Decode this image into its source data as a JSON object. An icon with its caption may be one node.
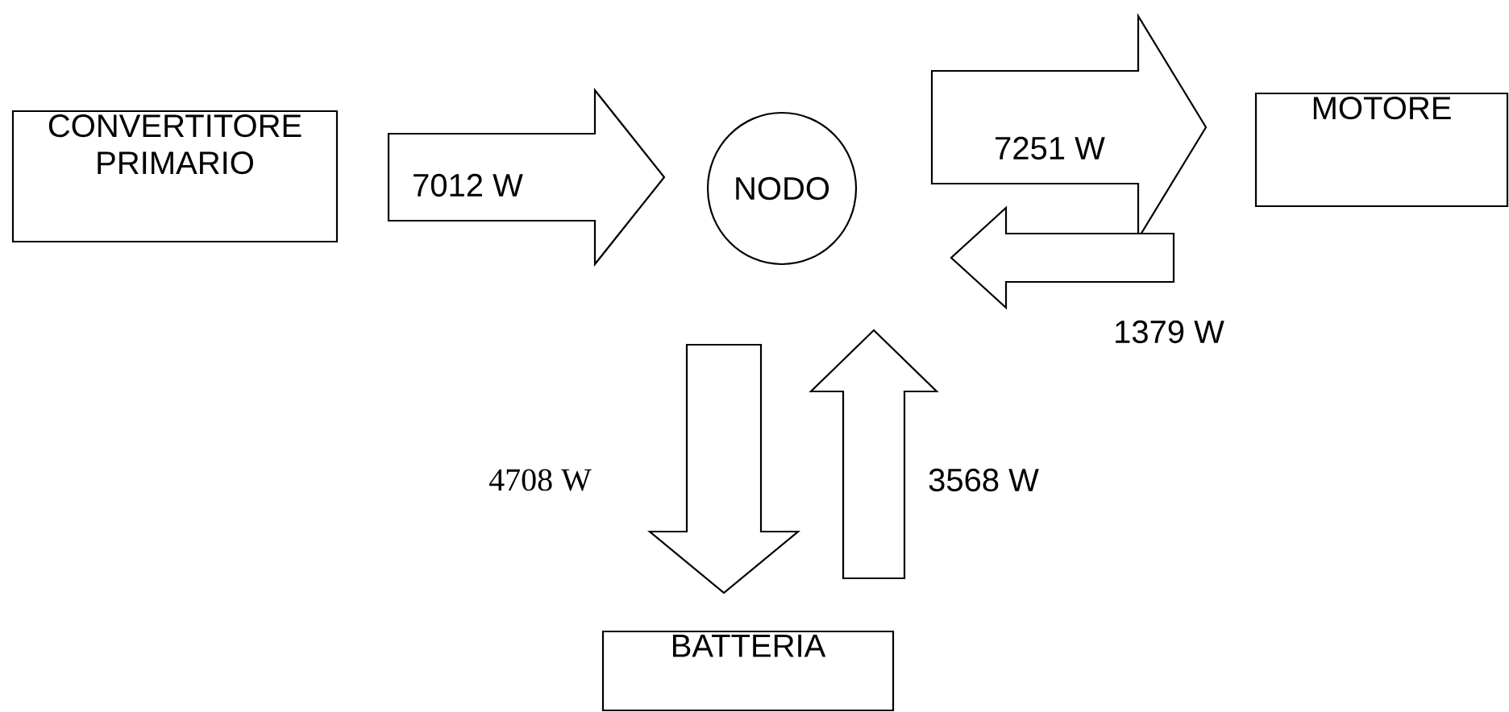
{
  "diagram": {
    "nodes": [
      {
        "text": [
          "CONVERTITORE PRIMARIO"
        ]
      },
      {
        "text": [
          "NODO"
        ]
      },
      {
        "text": [
          "MOTORE"
        ]
      },
      {
        "text": [
          "BATTERIA"
        ]
      }
    ],
    "edges": [
      {
        "from": 0,
        "to": 1,
        "arrow": "to",
        "label": "7012 W"
      },
      {
        "from": 1,
        "to": 2,
        "arrow": "to",
        "label": "7251 W"
      },
      {
        "from": 2,
        "to": 1,
        "arrow": "to",
        "label": "1379 W"
      },
      {
        "from": 1,
        "to": 3,
        "arrow": "to",
        "label": "4708 W"
      },
      {
        "from": 3,
        "to": 1,
        "arrow": "to",
        "label": "3568 W"
      }
    ]
  }
}
